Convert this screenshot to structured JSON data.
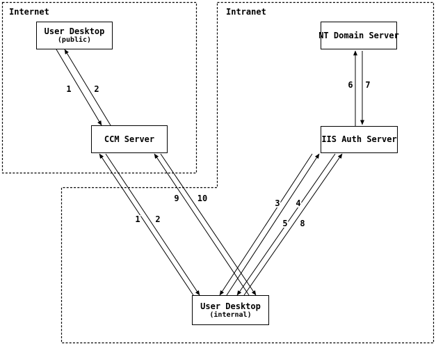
{
  "regions": {
    "internet": {
      "label": "Internet"
    },
    "intranet": {
      "label": "Intranet"
    }
  },
  "nodes": {
    "user_desktop_public": {
      "title": "User Desktop",
      "subtitle": "(public)"
    },
    "ccm_server": {
      "title": "CCM Server"
    },
    "nt_domain_server": {
      "title": "NT Domain Server"
    },
    "iis_auth_server": {
      "title": "IIS Auth Server"
    },
    "user_desktop_internal": {
      "title": "User Desktop",
      "subtitle": "(internal)"
    }
  },
  "edge_labels": {
    "public_ccm_request": "1",
    "public_ccm_response": "2",
    "internal_ccm_request": "1",
    "internal_ccm_response": "2",
    "iis_to_internal_3": "3",
    "internal_to_iis_4": "4",
    "iis_to_internal_5": "5",
    "iis_to_nt_6": "6",
    "nt_to_iis_7": "7",
    "internal_to_iis_8": "8",
    "internal_ccm_request_9": "9",
    "ccm_internal_response_10": "10"
  },
  "colors": {
    "background": "#ffffff",
    "stroke": "#000000"
  }
}
